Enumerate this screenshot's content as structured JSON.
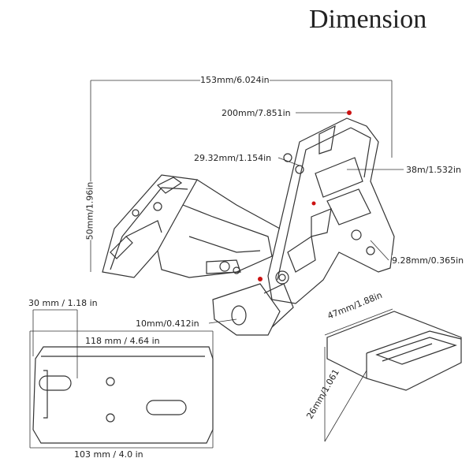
{
  "title": "Dimension",
  "bracket_labels": {
    "overall_width": "153mm/6.024in",
    "overall_height": "200mm/7.851in",
    "hole_spacing": "29.32mm/1.154in",
    "arm_width": "38m/1.532in",
    "mount_hole": "9.28mm/0.365in",
    "height_left": "50mm/1.96in",
    "tube": "10mm/0.412in"
  },
  "plate_labels": {
    "slot_width": "30 mm / 1.18 in",
    "plate_length": "118 mm / 4.64 in",
    "plate_bottom": "103 mm / 4.0 in"
  },
  "block_labels": {
    "block_length": "47mm/1.88in",
    "block_width": "26mm/1.061"
  },
  "colors": {
    "line": "#333333",
    "accent_dot": "#cc1111"
  }
}
